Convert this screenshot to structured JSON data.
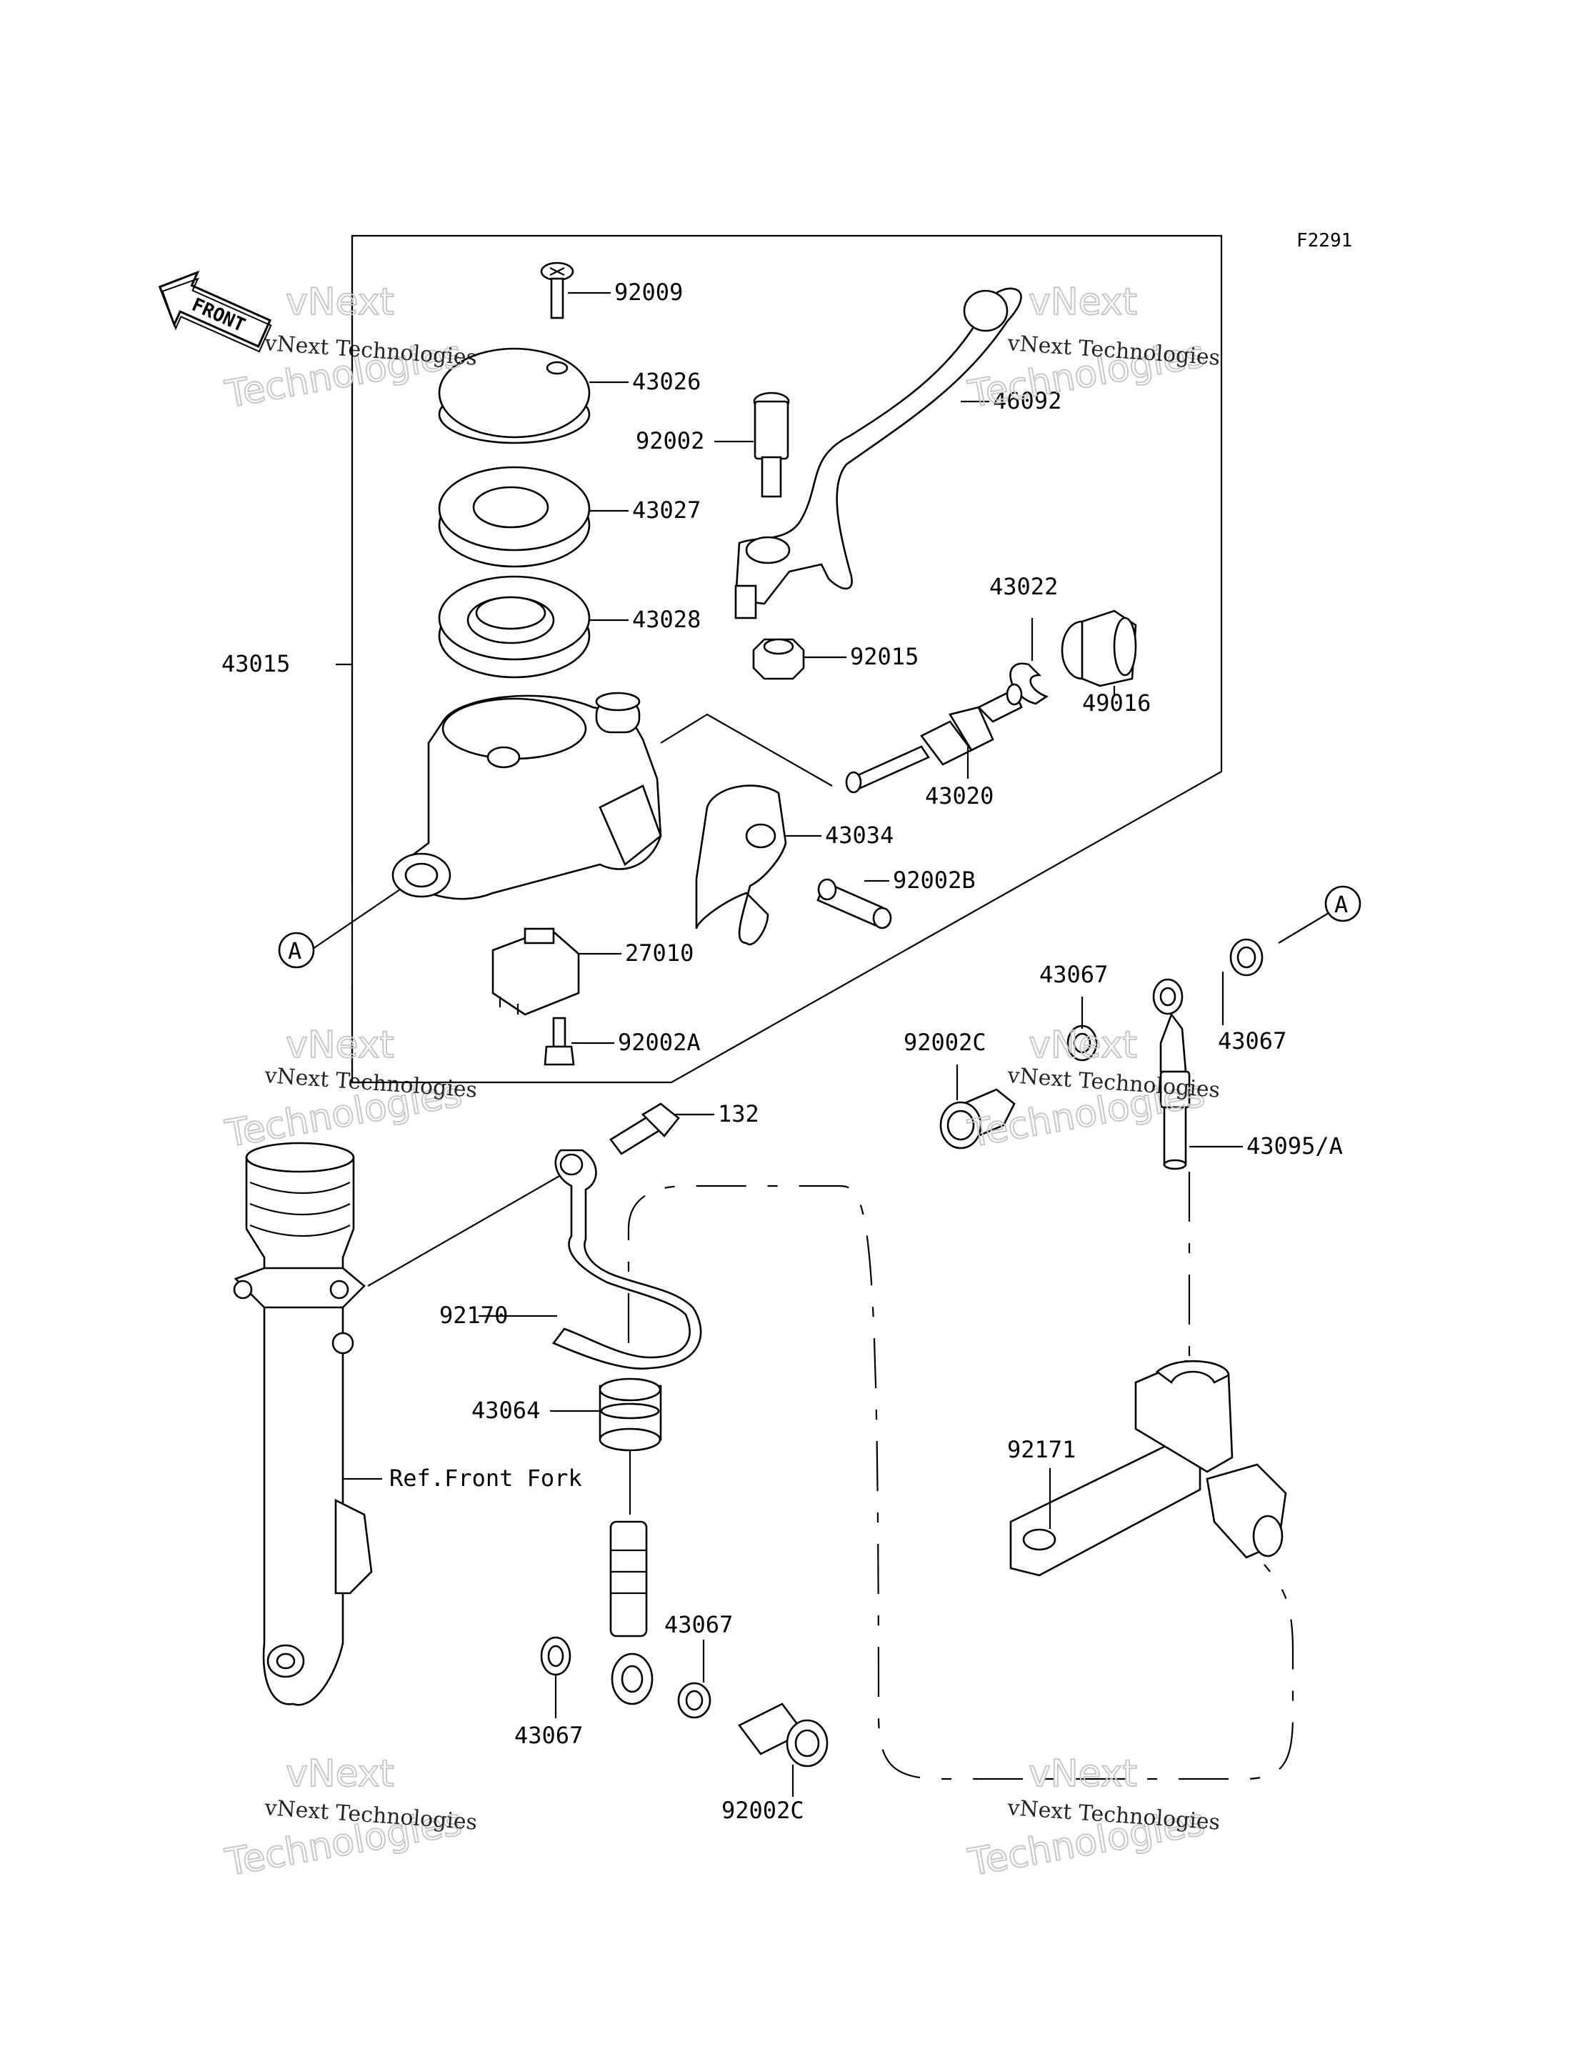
{
  "figure_code": "F2291",
  "front_arrow_text": "FRONT",
  "callout_a": "A",
  "reference_text": "Ref.Front Fork",
  "watermark": {
    "line1": "vNext Technologies",
    "line2": "vNext",
    "line3": "Technologies"
  },
  "parts": {
    "p92009": "92009",
    "p43026": "43026",
    "p46092": "46092",
    "p92002": "92002",
    "p43027": "43027",
    "p43028": "43028",
    "p92015": "92015",
    "p43022": "43022",
    "p49016": "49016",
    "p43015": "43015",
    "p43020": "43020",
    "p43034": "43034",
    "p92002B": "92002B",
    "p27010": "27010",
    "p92002A": "92002A",
    "p43067_a": "43067",
    "p43067_b": "43067",
    "p92002C_a": "92002C",
    "p132": "132",
    "p43095A": "43095/A",
    "p92170": "92170",
    "p43064": "43064",
    "p92171": "92171",
    "p43067_c": "43067",
    "p43067_d": "43067",
    "p92002C_b": "92002C"
  }
}
